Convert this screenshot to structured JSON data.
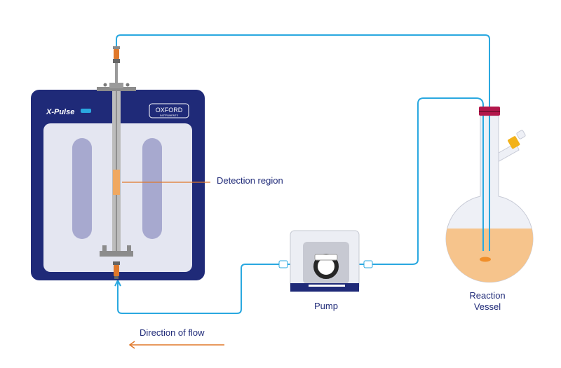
{
  "instrument": {
    "name": "X-Pulse",
    "brand_line1": "OXFORD",
    "brand_line2": "INSTRUMENTS"
  },
  "labels": {
    "detection_region": "Detection region",
    "pump": "Pump",
    "reaction_vessel_line1": "Reaction",
    "reaction_vessel_line2": "Vessel",
    "direction_of_flow": "Direction of flow"
  },
  "colors": {
    "navy": "#1f2a78",
    "tube": "#2aa8e0",
    "orange": "#e0782a",
    "liquid": "#f6c48c",
    "panel": "#e4e6f1",
    "slot": "#a7a9cf",
    "glass": "#eef0f6",
    "cap": "#b3174b"
  }
}
